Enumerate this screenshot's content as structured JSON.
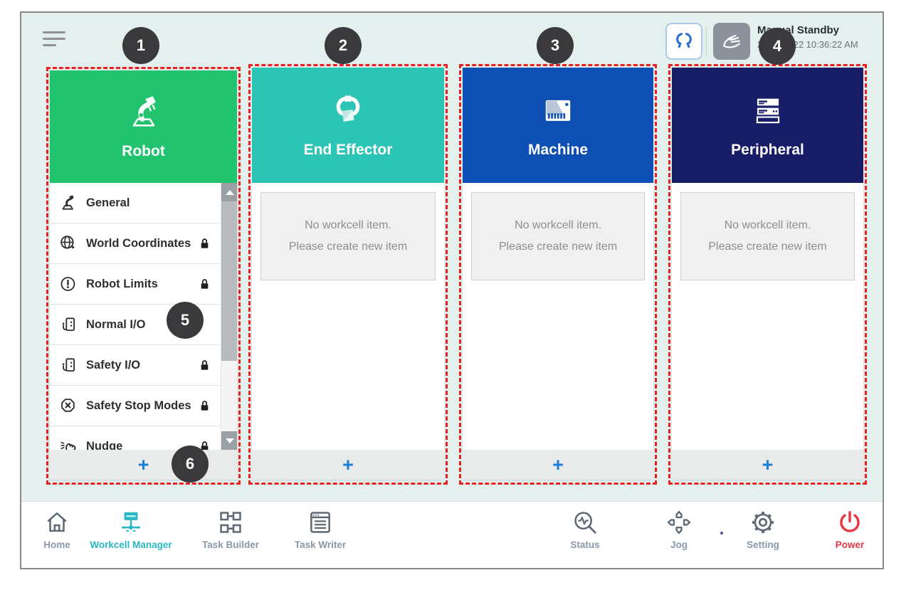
{
  "topbar": {
    "status_title": "Manual Standby",
    "status_time": "2022.12.22 10:36:22 AM"
  },
  "badges": [
    "1",
    "2",
    "3",
    "4",
    "5",
    "6"
  ],
  "columns": [
    {
      "title": "Robot",
      "color": "#21c36e",
      "items": [
        {
          "label": "General",
          "locked": false
        },
        {
          "label": "World Coordinates",
          "locked": true
        },
        {
          "label": "Robot Limits",
          "locked": true
        },
        {
          "label": "Normal I/O",
          "locked": false
        },
        {
          "label": "Safety I/O",
          "locked": true
        },
        {
          "label": "Safety Stop Modes",
          "locked": true
        },
        {
          "label": "Nudge",
          "locked": true
        }
      ],
      "add_label": "+"
    },
    {
      "title": "End Effector",
      "color": "#2cc5b5",
      "empty_line1": "No workcell item.",
      "empty_line2": "Please create new item",
      "add_label": "+"
    },
    {
      "title": "Machine",
      "color": "#0d4fb2",
      "empty_line1": "No workcell item.",
      "empty_line2": "Please create new item",
      "add_label": "+"
    },
    {
      "title": "Peripheral",
      "color": "#171d66",
      "empty_line1": "No workcell item.",
      "empty_line2": "Please create new item",
      "add_label": "+"
    }
  ],
  "nav": {
    "home": "Home",
    "workcell_manager": "Workcell Manager",
    "task_builder": "Task Builder",
    "task_writer": "Task Writer",
    "status": "Status",
    "jog": "Jog",
    "setting": "Setting",
    "power": "Power"
  },
  "colors": {
    "robot_green": "#21c36e",
    "end_effector_teal": "#2cc5b5",
    "machine_blue": "#0d4fb2",
    "peripheral_navy": "#171d66",
    "annotation_red": "#e8201f",
    "active_nav_teal": "#2bb8c4",
    "power_red": "#e53944",
    "add_blue": "#1d7ed6"
  }
}
